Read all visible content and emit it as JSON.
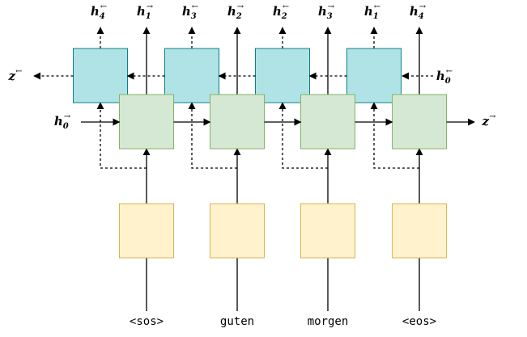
{
  "tokens": [
    "<sos>",
    "guten",
    "morgen",
    "<eos>"
  ],
  "forward_outputs": [
    {
      "base": "h",
      "sub": "1",
      "sup": "→"
    },
    {
      "base": "h",
      "sub": "2",
      "sup": "→"
    },
    {
      "base": "h",
      "sub": "3",
      "sup": "→"
    },
    {
      "base": "h",
      "sub": "4",
      "sup": "→"
    }
  ],
  "backward_outputs": [
    {
      "base": "h",
      "sub": "4",
      "sup": "←"
    },
    {
      "base": "h",
      "sub": "3",
      "sup": "←"
    },
    {
      "base": "h",
      "sub": "2",
      "sup": "←"
    },
    {
      "base": "h",
      "sub": "1",
      "sup": "←"
    }
  ],
  "forward_init": {
    "base": "h",
    "sub": "0",
    "sup": "→"
  },
  "backward_init": {
    "base": "h",
    "sub": "0",
    "sup": "←"
  },
  "forward_final": {
    "base": "z",
    "sup": "→"
  },
  "backward_final": {
    "base": "z",
    "sup": "←"
  },
  "colors": {
    "embedding_fill": "#fff2cc",
    "embedding_stroke": "#d6b656",
    "forward_fill": "#d5e8d4",
    "forward_stroke": "#82b366",
    "backward_fill": "#b0e3e6",
    "backward_stroke": "#0e8088",
    "line": "#000000"
  }
}
